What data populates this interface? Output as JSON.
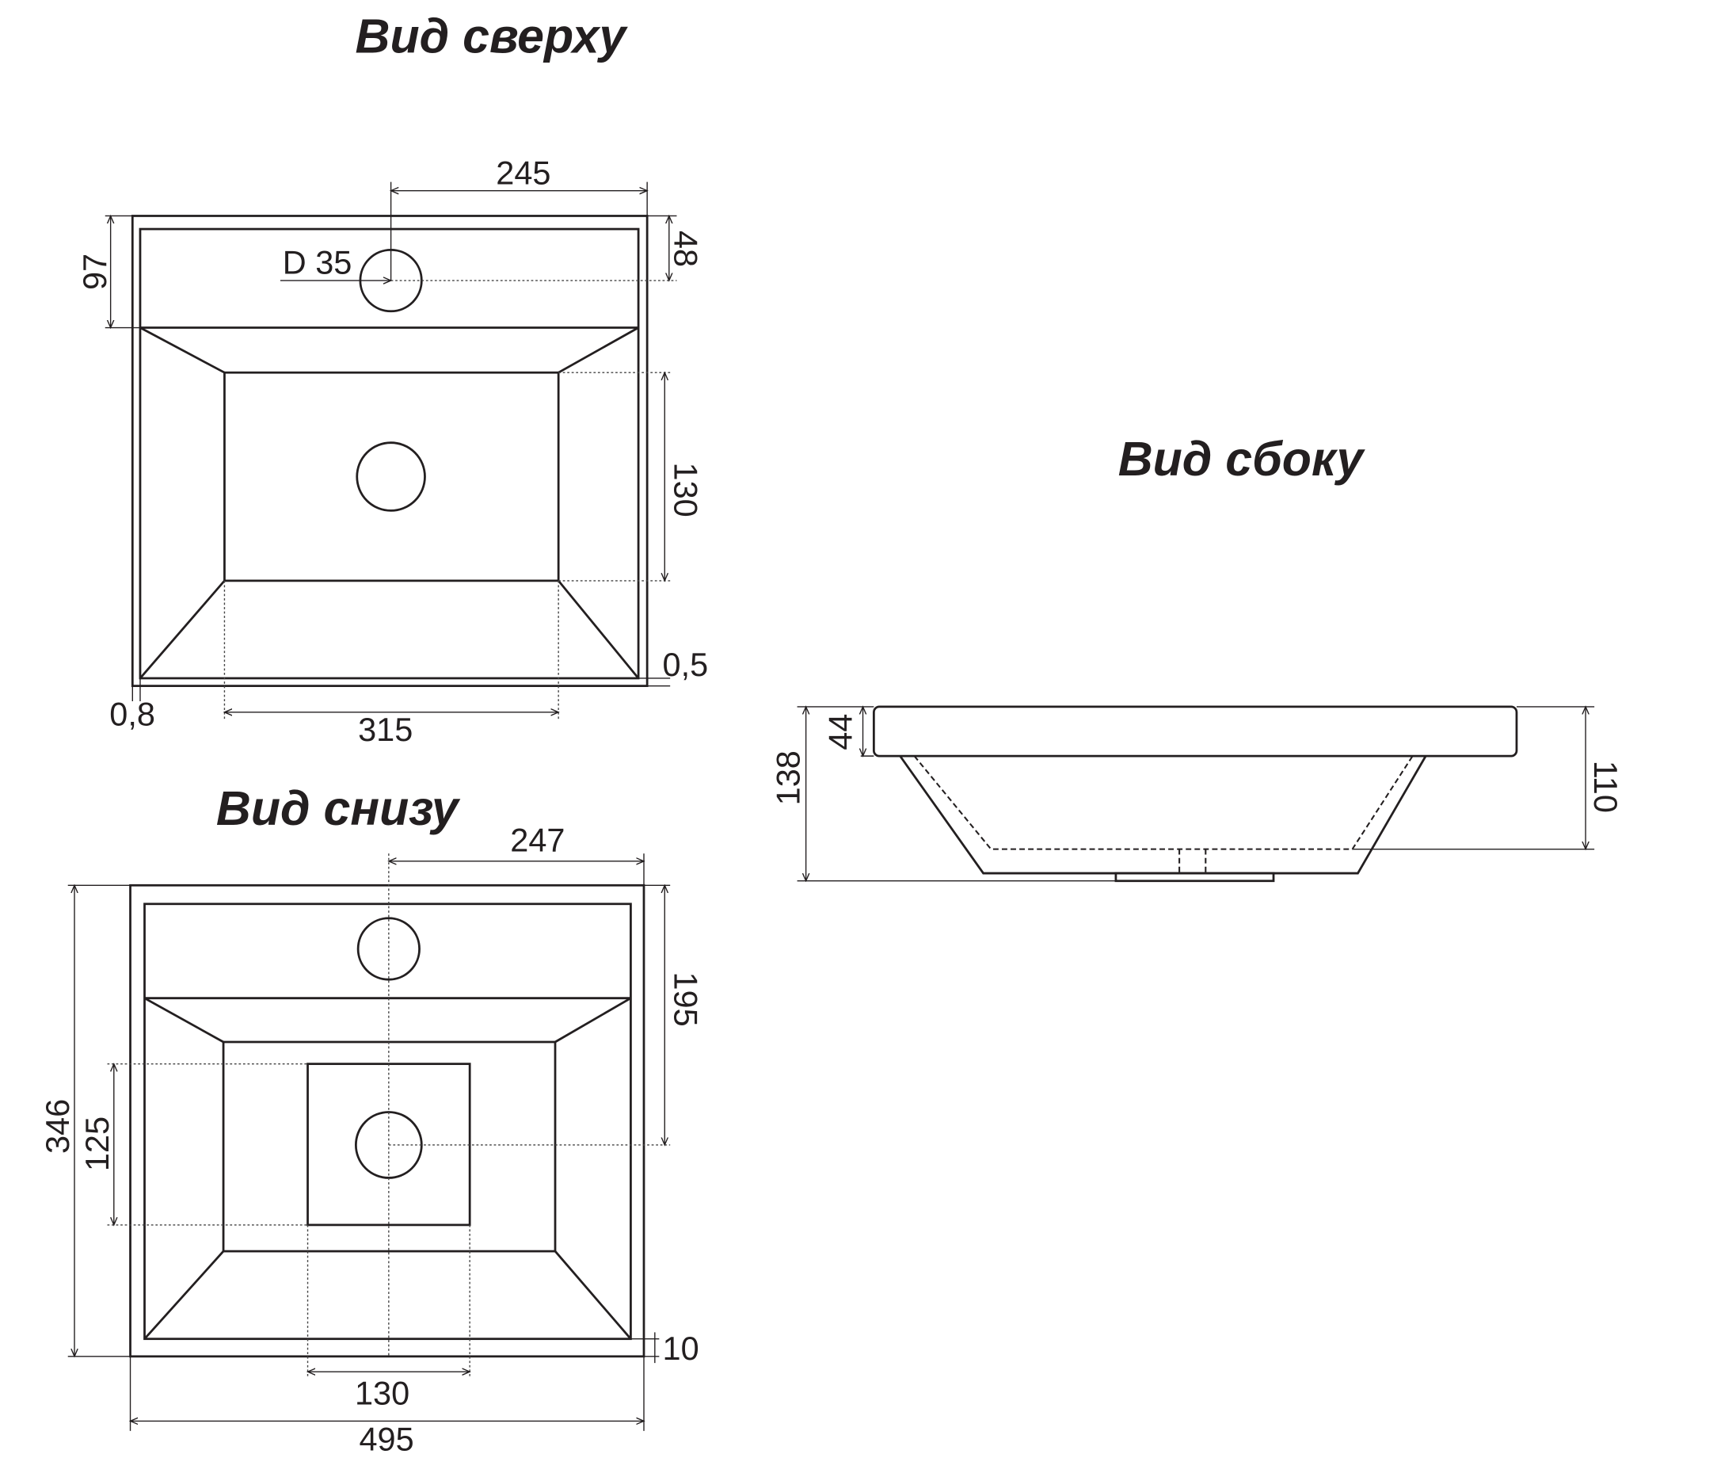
{
  "titles": {
    "top_view": "Вид сверху",
    "side_view": "Вид сбоку",
    "bottom_view": "Вид снизу"
  },
  "top_view": {
    "tap_offset": "245",
    "tap_depth": "48",
    "deck_depth": "97",
    "tap_hole": "D 35",
    "basin_depth": "130",
    "right_gap": "0,5",
    "left_gap": "0,8",
    "basin_width": "315"
  },
  "side_view": {
    "total_height": "138",
    "deck_height": "44",
    "basin_height": "110"
  },
  "bottom_view": {
    "tap_offset": "247",
    "drain_offset": "195",
    "total_depth": "346",
    "plate_depth": "125",
    "rim": "10",
    "plate_width": "130",
    "total_width": "495"
  }
}
